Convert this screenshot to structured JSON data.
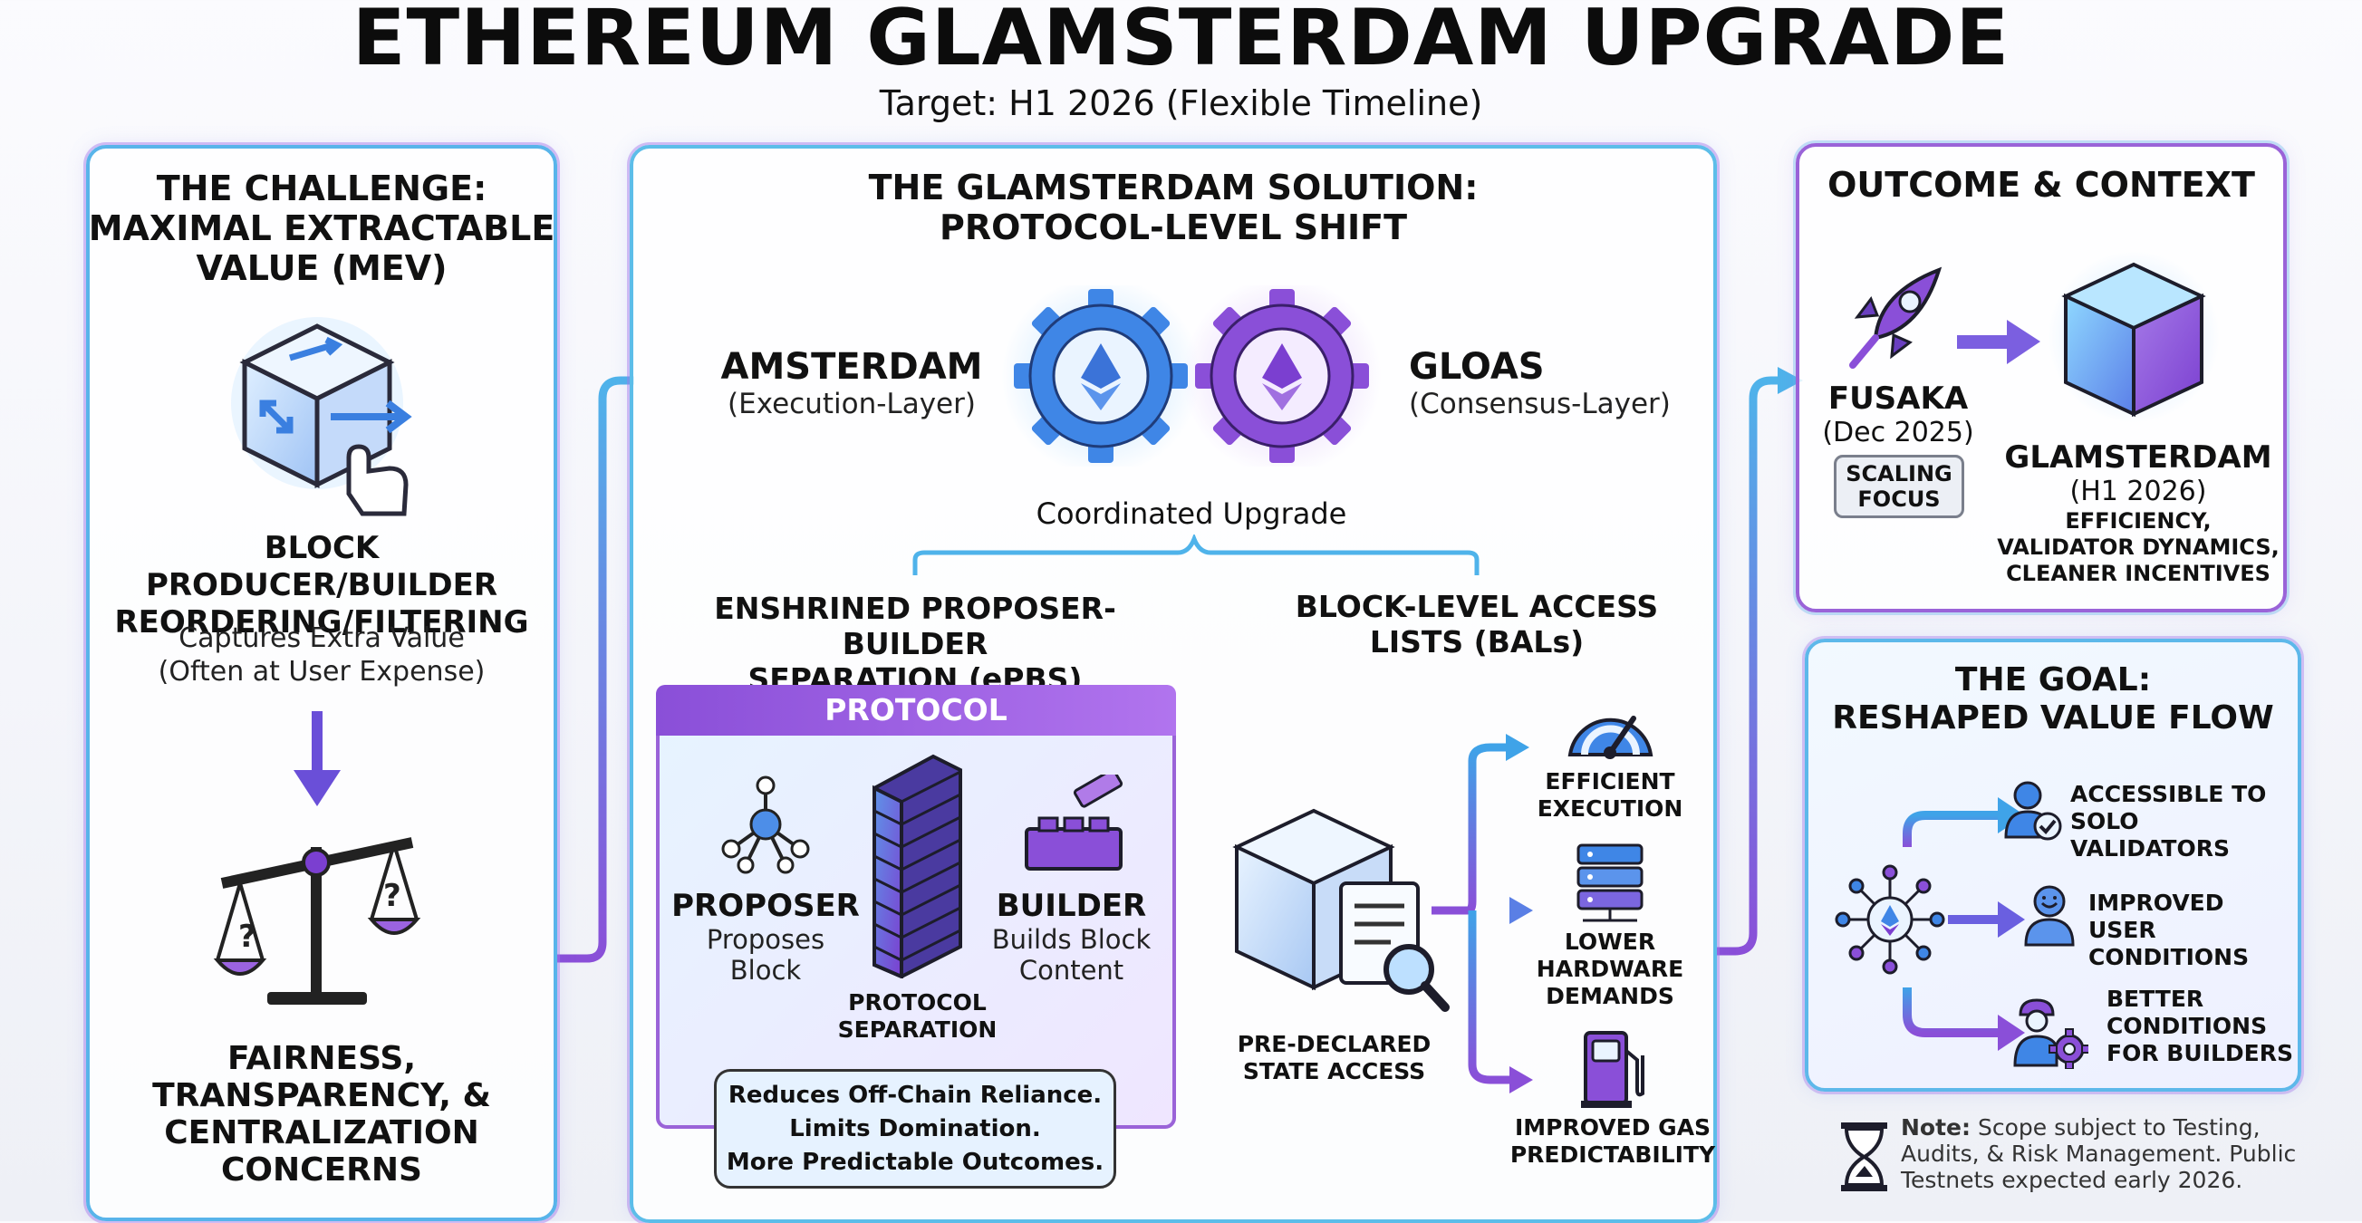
{
  "header": {
    "title": "ETHEREUM GLAMSTERDAM UPGRADE",
    "subtitle": "Target: H1 2026 (Flexible Timeline)"
  },
  "challenge": {
    "heading_1": "THE CHALLENGE:",
    "heading_2": "MAXIMAL EXTRACTABLE",
    "heading_3": "VALUE (MEV)",
    "actor_1": "BLOCK PRODUCER/BUILDER",
    "actor_2": "REORDERING/FILTERING",
    "desc_1": "Captures Extra Value",
    "desc_2": "(Often at User Expense)",
    "concern_1": "FAIRNESS,",
    "concern_2": "TRANSPARENCY, &",
    "concern_3": "CENTRALIZATION",
    "concern_4": "CONCERNS"
  },
  "solution": {
    "heading_1": "THE GLAMSTERDAM SOLUTION:",
    "heading_2": "PROTOCOL-LEVEL SHIFT",
    "exec_name": "AMSTERDAM",
    "exec_layer": "(Execution-Layer)",
    "cons_name": "GLOAS",
    "cons_layer": "(Consensus-Layer)",
    "coordinated": "Coordinated Upgrade",
    "epbs_1": "ENSHRINED PROPOSER-BUILDER",
    "epbs_2": "SEPARATION (ePBS)",
    "bal_1": "BLOCK-LEVEL ACCESS",
    "bal_2": "LISTS (BALs)",
    "protocol_label": "PROTOCOL",
    "proposer": "PROPOSER",
    "proposer_d1": "Proposes",
    "proposer_d2": "Block",
    "builder": "BUILDER",
    "builder_d1": "Builds Block",
    "builder_d2": "Content",
    "separation_1": "PROTOCOL",
    "separation_2": "SEPARATION",
    "benefit_1": "Reduces Off-Chain Reliance.",
    "benefit_2": "Limits Domination.",
    "benefit_3": "More Predictable Outcomes.",
    "state_1": "PRE-DECLARED",
    "state_2": "STATE ACCESS",
    "out1_1": "EFFICIENT",
    "out1_2": "EXECUTION",
    "out2_1": "LOWER",
    "out2_2": "HARDWARE",
    "out2_3": "DEMANDS",
    "out3_1": "IMPROVED GAS",
    "out3_2": "PREDICTABILITY"
  },
  "outcome": {
    "heading": "OUTCOME & CONTEXT",
    "fusaka": "FUSAKA",
    "fusaka_date": "(Dec 2025)",
    "badge_1": "SCALING",
    "badge_2": "FOCUS",
    "glam": "GLAMSTERDAM",
    "glam_date": "(H1 2026)",
    "glam_d1": "EFFICIENCY,",
    "glam_d2": "VALIDATOR DYNAMICS,",
    "glam_d3": "CLEANER INCENTIVES"
  },
  "goal": {
    "heading_1": "THE GOAL:",
    "heading_2": "RESHAPED VALUE FLOW",
    "g1_1": "ACCESSIBLE TO",
    "g1_2": "SOLO VALIDATORS",
    "g2_1": "IMPROVED USER",
    "g2_2": "CONDITIONS",
    "g3_1": "BETTER",
    "g3_2": "CONDITIONS",
    "g3_3": "FOR BUILDERS"
  },
  "footer": {
    "note_label": "Note:",
    "note_1": " Scope subject to Testing,",
    "note_2": "Audits, & Risk Management. Public",
    "note_3": "Testnets expected early 2026."
  },
  "icons": {
    "cube_reorder": "cube-reorder-icon",
    "arrow_down": "arrow-down-icon",
    "scales": "balance-scale-icon",
    "gear_execution": "ethereum-gear-icon",
    "gear_consensus": "ethereum-gear-icon",
    "proposer": "network-node-icon",
    "wall": "brick-wall-icon",
    "builder": "building-block-icon",
    "state_cube": "cube-document-search-icon",
    "speedometer": "speedometer-icon",
    "server": "server-icon",
    "gas_pump": "gas-pump-icon",
    "rocket": "rocket-icon",
    "glam_cube": "glowing-cube-icon",
    "hub": "ethereum-hub-icon",
    "validator": "user-check-icon",
    "happy_user": "smiley-user-icon",
    "builder_worker": "worker-gear-icon",
    "hourglass": "hourglass-icon"
  },
  "colors": {
    "cyan": "#4fb3ea",
    "blue": "#3a7fe0",
    "purple": "#8a4fd8",
    "deep_purple": "#7b3fd0",
    "dark": "#1d1d2b"
  }
}
